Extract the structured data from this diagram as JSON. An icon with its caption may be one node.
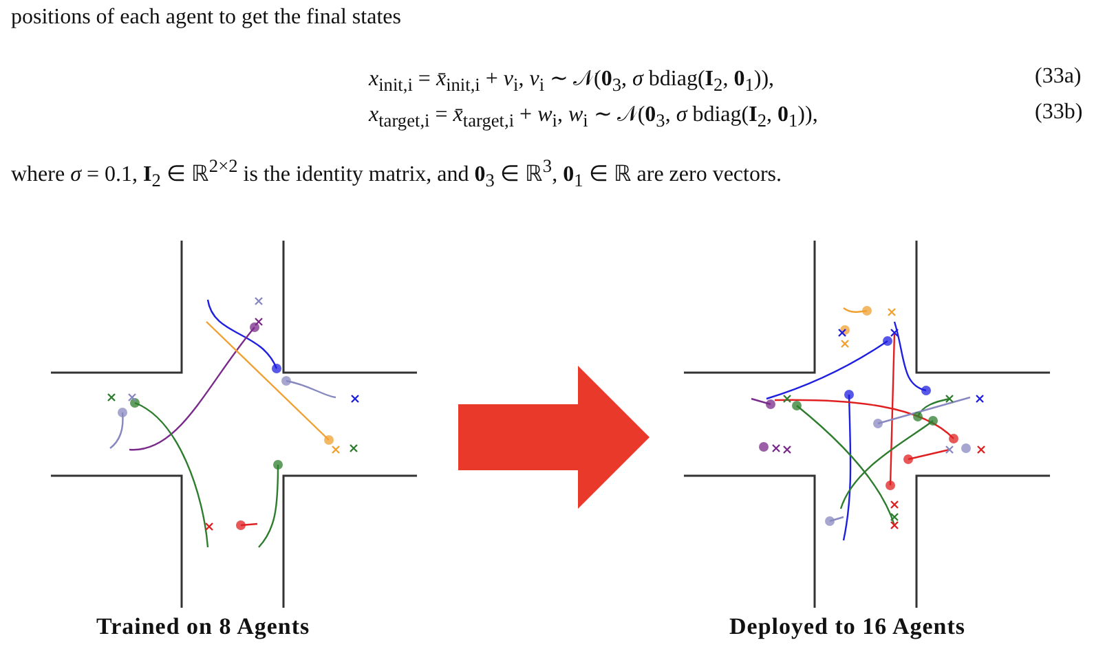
{
  "diagram": {
    "nodes": [
      {
        "text": [
          "Trained on 8 Agents"
        ]
      },
      {
        "text": [
          "Deployed to 16 Agents"
        ]
      }
    ],
    "edges": [
      {
        "from": 0,
        "to": 1,
        "arrow": "to",
        "style": "thick"
      }
    ],
    "labels": [
      "positions of each agent to get the final states",
      "*x*$_{init,i}$ = *x̄*$_{init,i}$ + *v*$_{i}$,  *v*$_{i}$ ∼ 𝒩(**0**$_{3}$, *σ* bdiag(**I**$_{2}$, **0**$_{1}$)),",
      "(33a)",
      "*x*$_{target,i}$ = *x̄*$_{target,i}$ + *w*$_{i}$,  *w*$_{i}$ ∼ 𝒩(**0**$_{3}$, *σ* bdiag(**I**$_{2}$, **0**$_{1}$)),",
      "(33b)",
      "where *σ* = 0.1, **I**$_{2}$ ∈ ℝ$^{2×2}$ is the identity matrix, and **0**$_{3}$ ∈ ℝ$^{3}$, **0**$_{1}$ ∈ ℝ are zero vectors."
    ]
  }
}
